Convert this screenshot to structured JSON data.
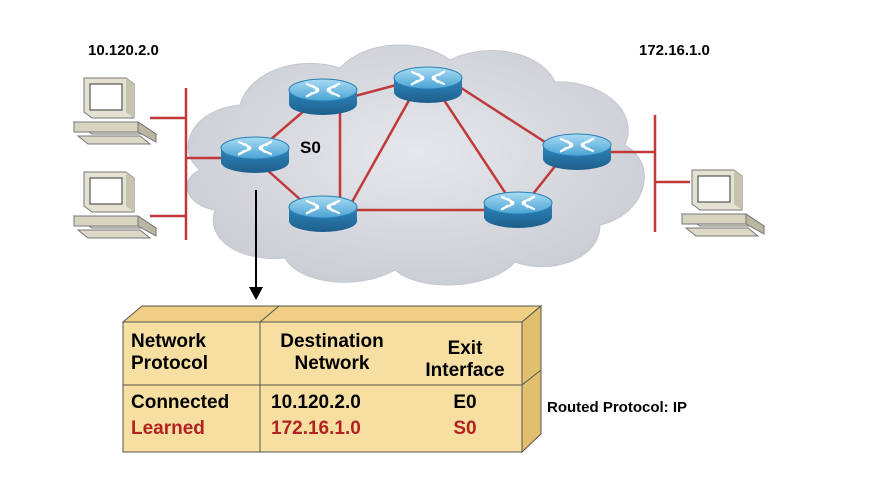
{
  "networks": {
    "left": "10.120.2.0",
    "right": "172.16.1.0"
  },
  "router_port": "S0",
  "routing_table": {
    "headers": {
      "protocol": [
        "Network",
        "Protocol"
      ],
      "destination": [
        "Destination",
        "Network"
      ],
      "interface": [
        "Exit",
        "Interface"
      ]
    },
    "rows": [
      {
        "protocol": "Connected",
        "destination": "10.120.2.0",
        "interface": "E0",
        "kind": "connected"
      },
      {
        "protocol": "Learned",
        "destination": "172.16.1.0",
        "interface": "S0",
        "kind": "learned"
      }
    ]
  },
  "routed_protocol_note": "Routed Protocol: IP",
  "colors": {
    "link": "#c0393b",
    "cloud": "#d8dadf",
    "router_top": "#7ec3e6",
    "router_side": "#2a7fb5",
    "table_fill": "#f6dfa1",
    "table_top": "#efcf83",
    "learned_text": "#b22222"
  },
  "icons": {
    "router": "router-icon",
    "computer": "desktop-computer-icon",
    "arrow": "down-arrow-icon"
  }
}
